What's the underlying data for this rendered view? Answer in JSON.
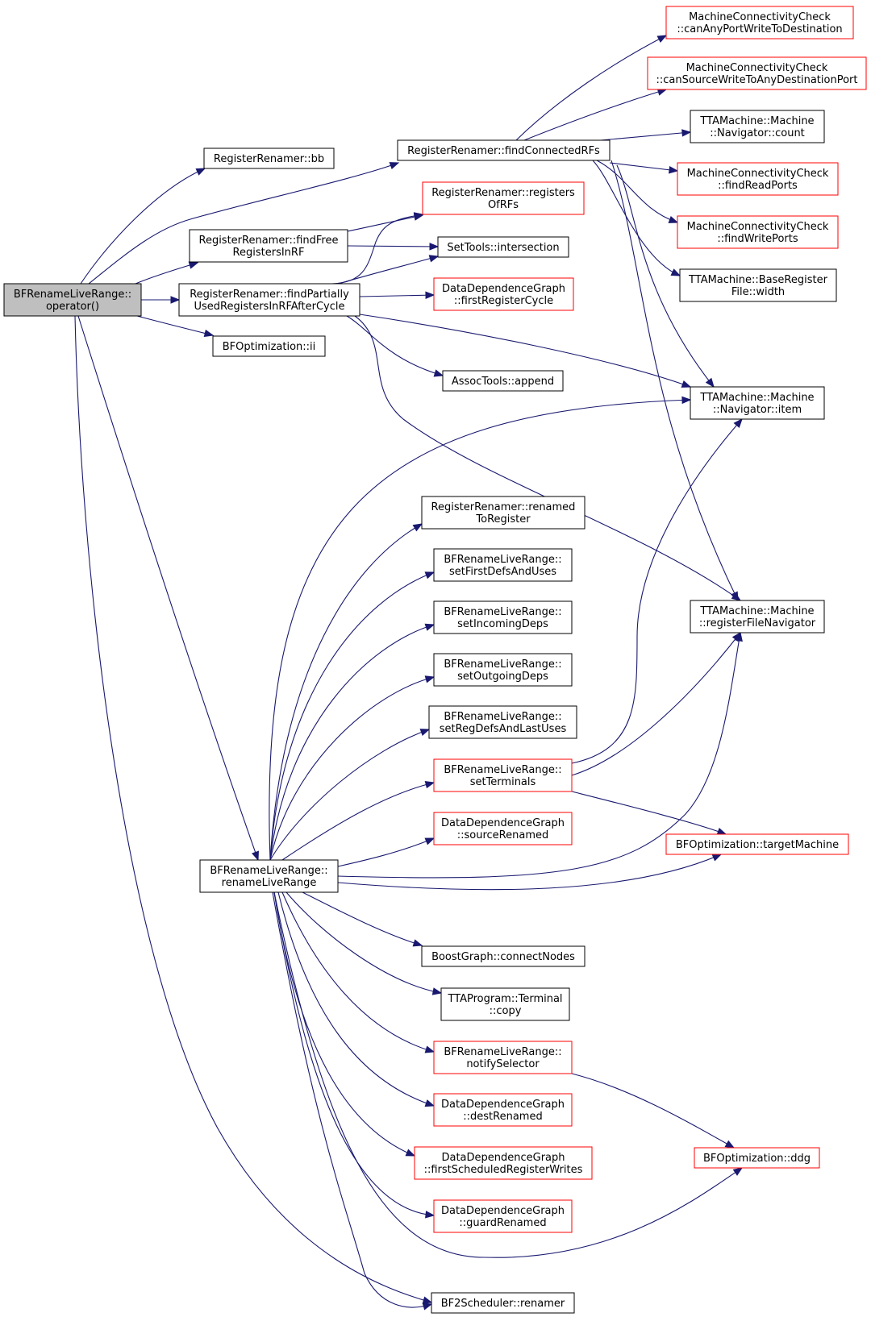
{
  "colors": {
    "edge": "#191970",
    "root_fill": "#bfbfbf",
    "node_fill": "#ffffff",
    "border_normal": "#000000",
    "border_truncated": "#ff0000"
  },
  "nodes": [
    {
      "id": "root",
      "lines": [
        "BFRenameLiveRange::",
        "operator()"
      ],
      "style": "root"
    },
    {
      "id": "bb",
      "lines": [
        "RegisterRenamer::bb"
      ],
      "style": "normal"
    },
    {
      "id": "findFree",
      "lines": [
        "RegisterRenamer::findFree",
        "RegistersInRF"
      ],
      "style": "normal"
    },
    {
      "id": "findPartially",
      "lines": [
        "RegisterRenamer::findPartially",
        "UsedRegistersInRFAfterCycle"
      ],
      "style": "normal"
    },
    {
      "id": "ii",
      "lines": [
        "BFOptimization::ii"
      ],
      "style": "normal"
    },
    {
      "id": "findConnected",
      "lines": [
        "RegisterRenamer::findConnectedRFs"
      ],
      "style": "normal"
    },
    {
      "id": "registersOfRFs",
      "lines": [
        "RegisterRenamer::registers",
        "OfRFs"
      ],
      "style": "truncated"
    },
    {
      "id": "intersection",
      "lines": [
        "SetTools::intersection"
      ],
      "style": "normal"
    },
    {
      "id": "firstRegisterCycle",
      "lines": [
        "DataDependenceGraph",
        "::firstRegisterCycle"
      ],
      "style": "truncated"
    },
    {
      "id": "append",
      "lines": [
        "AssocTools::append"
      ],
      "style": "normal"
    },
    {
      "id": "canAnyPort",
      "lines": [
        "MachineConnectivityCheck",
        "::canAnyPortWriteToDestination"
      ],
      "style": "truncated"
    },
    {
      "id": "canSource",
      "lines": [
        "MachineConnectivityCheck",
        "::canSourceWriteToAnyDestinationPort"
      ],
      "style": "truncated"
    },
    {
      "id": "navCount",
      "lines": [
        "TTAMachine::Machine",
        "::Navigator::count"
      ],
      "style": "normal"
    },
    {
      "id": "findReadPorts",
      "lines": [
        "MachineConnectivityCheck",
        "::findReadPorts"
      ],
      "style": "truncated"
    },
    {
      "id": "findWritePorts",
      "lines": [
        "MachineConnectivityCheck",
        "::findWritePorts"
      ],
      "style": "truncated"
    },
    {
      "id": "width",
      "lines": [
        "TTAMachine::BaseRegister",
        "File::width"
      ],
      "style": "normal"
    },
    {
      "id": "navItem",
      "lines": [
        "TTAMachine::Machine",
        "::Navigator::item"
      ],
      "style": "normal"
    },
    {
      "id": "renamedToRegister",
      "lines": [
        "RegisterRenamer::renamed",
        "ToRegister"
      ],
      "style": "normal"
    },
    {
      "id": "setFirstDefs",
      "lines": [
        "BFRenameLiveRange::",
        "setFirstDefsAndUses"
      ],
      "style": "normal"
    },
    {
      "id": "setIncoming",
      "lines": [
        "BFRenameLiveRange::",
        "setIncomingDeps"
      ],
      "style": "normal"
    },
    {
      "id": "setOutgoing",
      "lines": [
        "BFRenameLiveRange::",
        "setOutgoingDeps"
      ],
      "style": "normal"
    },
    {
      "id": "setRegDefs",
      "lines": [
        "BFRenameLiveRange::",
        "setRegDefsAndLastUses"
      ],
      "style": "normal"
    },
    {
      "id": "setTerminals",
      "lines": [
        "BFRenameLiveRange::",
        "setTerminals"
      ],
      "style": "truncated"
    },
    {
      "id": "sourceRenamed",
      "lines": [
        "DataDependenceGraph",
        "::sourceRenamed"
      ],
      "style": "truncated"
    },
    {
      "id": "regFileNav",
      "lines": [
        "TTAMachine::Machine",
        "::registerFileNavigator"
      ],
      "style": "normal"
    },
    {
      "id": "targetMachine",
      "lines": [
        "BFOptimization::targetMachine"
      ],
      "style": "truncated"
    },
    {
      "id": "renameLiveRange",
      "lines": [
        "BFRenameLiveRange::",
        "renameLiveRange"
      ],
      "style": "normal"
    },
    {
      "id": "connectNodes",
      "lines": [
        "BoostGraph::connectNodes"
      ],
      "style": "normal"
    },
    {
      "id": "copy",
      "lines": [
        "TTAProgram::Terminal",
        "::copy"
      ],
      "style": "normal"
    },
    {
      "id": "notifySelector",
      "lines": [
        "BFRenameLiveRange::",
        "notifySelector"
      ],
      "style": "truncated"
    },
    {
      "id": "destRenamed",
      "lines": [
        "DataDependenceGraph",
        "::destRenamed"
      ],
      "style": "truncated"
    },
    {
      "id": "firstScheduled",
      "lines": [
        "DataDependenceGraph",
        "::firstScheduledRegisterWrites"
      ],
      "style": "truncated"
    },
    {
      "id": "guardRenamed",
      "lines": [
        "DataDependenceGraph",
        "::guardRenamed"
      ],
      "style": "truncated"
    },
    {
      "id": "ddg",
      "lines": [
        "BFOptimization::ddg"
      ],
      "style": "truncated"
    },
    {
      "id": "renamer",
      "lines": [
        "BF2Scheduler::renamer"
      ],
      "style": "normal"
    }
  ],
  "edges": [
    {
      "from": "root",
      "to": "bb"
    },
    {
      "from": "root",
      "to": "findConnected"
    },
    {
      "from": "root",
      "to": "findFree"
    },
    {
      "from": "root",
      "to": "findPartially"
    },
    {
      "from": "root",
      "to": "ii"
    },
    {
      "from": "root",
      "to": "renameLiveRange"
    },
    {
      "from": "root",
      "to": "renamer"
    },
    {
      "from": "findFree",
      "to": "registersOfRFs"
    },
    {
      "from": "findFree",
      "to": "intersection"
    },
    {
      "from": "findPartially",
      "to": "registersOfRFs"
    },
    {
      "from": "findPartially",
      "to": "intersection"
    },
    {
      "from": "findPartially",
      "to": "firstRegisterCycle"
    },
    {
      "from": "findPartially",
      "to": "append"
    },
    {
      "from": "findPartially",
      "to": "navItem"
    },
    {
      "from": "findPartially",
      "to": "regFileNav"
    },
    {
      "from": "findConnected",
      "to": "canAnyPort"
    },
    {
      "from": "findConnected",
      "to": "canSource"
    },
    {
      "from": "findConnected",
      "to": "navCount"
    },
    {
      "from": "findConnected",
      "to": "findReadPorts"
    },
    {
      "from": "findConnected",
      "to": "findWritePorts"
    },
    {
      "from": "findConnected",
      "to": "width"
    },
    {
      "from": "findConnected",
      "to": "navItem"
    },
    {
      "from": "findConnected",
      "to": "regFileNav"
    },
    {
      "from": "renameLiveRange",
      "to": "navItem"
    },
    {
      "from": "renameLiveRange",
      "to": "renamedToRegister"
    },
    {
      "from": "renameLiveRange",
      "to": "setFirstDefs"
    },
    {
      "from": "renameLiveRange",
      "to": "setIncoming"
    },
    {
      "from": "renameLiveRange",
      "to": "setOutgoing"
    },
    {
      "from": "renameLiveRange",
      "to": "setRegDefs"
    },
    {
      "from": "renameLiveRange",
      "to": "setTerminals"
    },
    {
      "from": "renameLiveRange",
      "to": "sourceRenamed"
    },
    {
      "from": "renameLiveRange",
      "to": "regFileNav"
    },
    {
      "from": "renameLiveRange",
      "to": "targetMachine"
    },
    {
      "from": "renameLiveRange",
      "to": "connectNodes"
    },
    {
      "from": "renameLiveRange",
      "to": "copy"
    },
    {
      "from": "renameLiveRange",
      "to": "notifySelector"
    },
    {
      "from": "renameLiveRange",
      "to": "destRenamed"
    },
    {
      "from": "renameLiveRange",
      "to": "firstScheduled"
    },
    {
      "from": "renameLiveRange",
      "to": "guardRenamed"
    },
    {
      "from": "renameLiveRange",
      "to": "ddg"
    },
    {
      "from": "renameLiveRange",
      "to": "renamer"
    },
    {
      "from": "setTerminals",
      "to": "navItem"
    },
    {
      "from": "setTerminals",
      "to": "regFileNav"
    },
    {
      "from": "setTerminals",
      "to": "targetMachine"
    },
    {
      "from": "notifySelector",
      "to": "ddg"
    }
  ]
}
